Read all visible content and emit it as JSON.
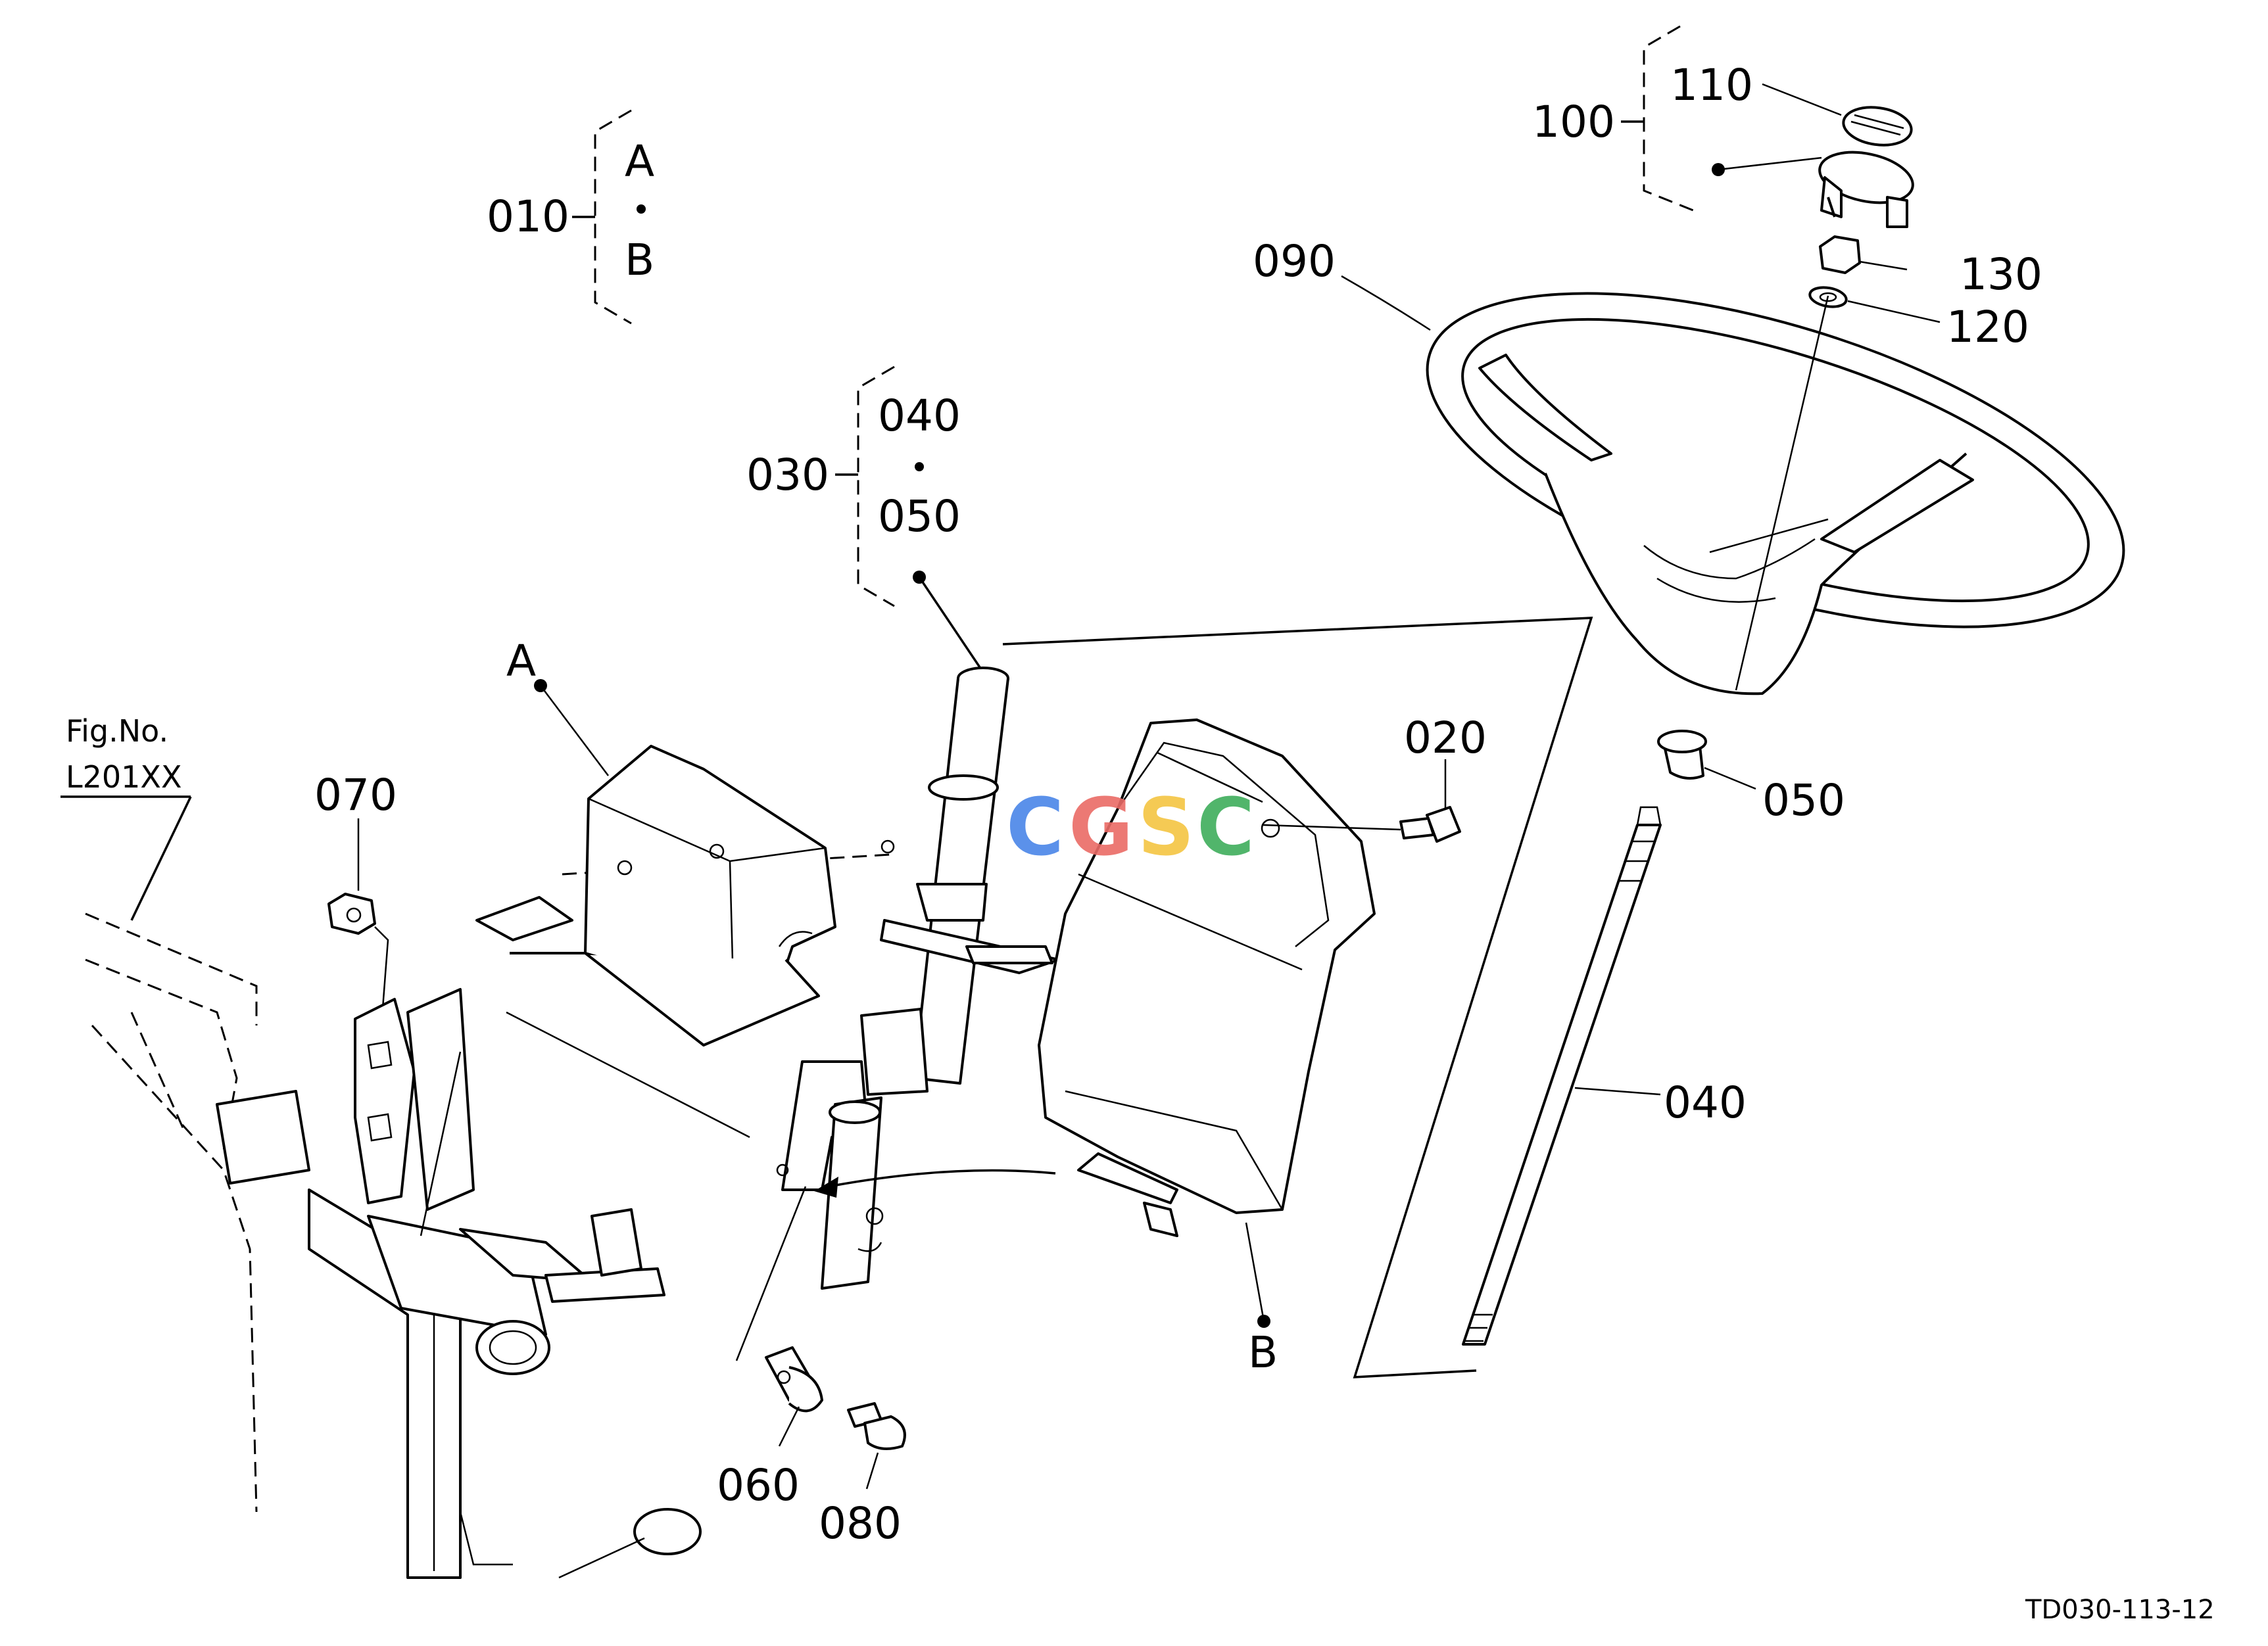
{
  "figure": {
    "fig_label": "Fig.No.",
    "fig_code": "L201XX",
    "drawing_code": "TD030-113-12"
  },
  "groups": {
    "g010": {
      "number": "010",
      "item_a": "A",
      "separator": "•",
      "item_b": "B"
    },
    "g030": {
      "number": "030",
      "item_a": "040",
      "separator": "•",
      "item_b": "050"
    },
    "g100": {
      "number": "100",
      "item_a": "110"
    }
  },
  "callouts": {
    "a": "A",
    "b": "B",
    "p020": "020",
    "p040": "040",
    "p050": "050",
    "p060": "060",
    "p070": "070",
    "p080": "080",
    "p090": "090",
    "p120": "120",
    "p130": "130"
  },
  "watermark": {
    "text": "CGSC",
    "colors": [
      "#4a86e8",
      "#ea6b66",
      "#f4c542",
      "#3fae5c"
    ]
  }
}
